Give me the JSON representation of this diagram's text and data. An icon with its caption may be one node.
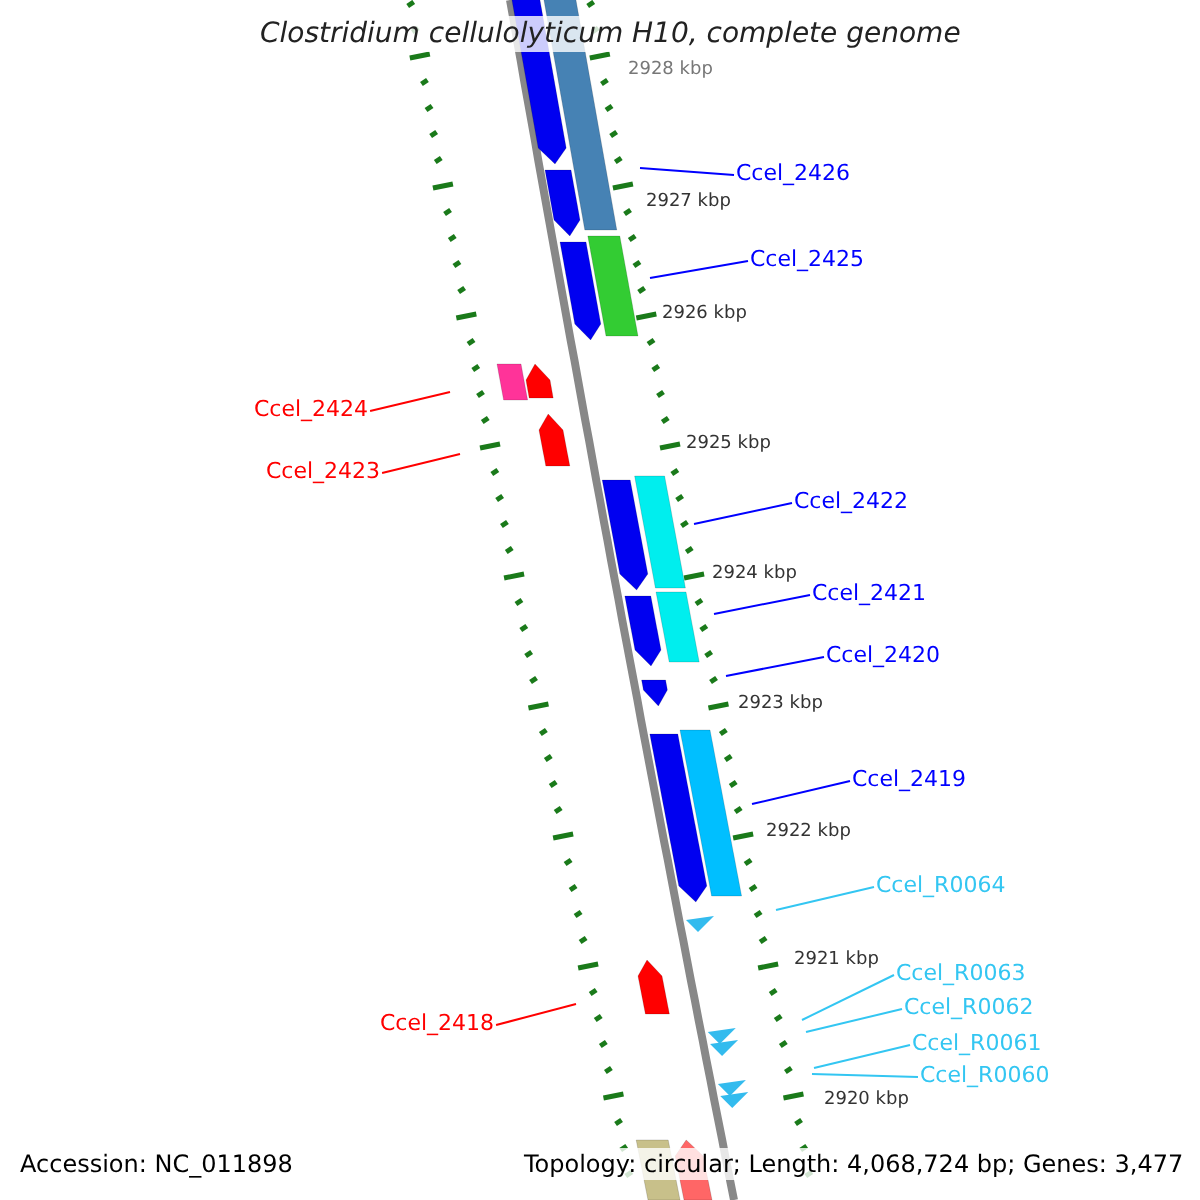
{
  "diagram": {
    "title": "Clostridium cellulolyticum H10, complete genome",
    "nodes": [
      {
        "text": [
          "Ccel_2426"
        ]
      },
      {
        "text": [
          "Ccel_2425"
        ]
      },
      {
        "text": [
          "Ccel_2424"
        ]
      },
      {
        "text": [
          "Ccel_2423"
        ]
      },
      {
        "text": [
          "Ccel_2422"
        ]
      },
      {
        "text": [
          "Ccel_2421"
        ]
      },
      {
        "text": [
          "Ccel_2420"
        ]
      },
      {
        "text": [
          "Ccel_2419"
        ]
      },
      {
        "text": [
          "Ccel_R0064"
        ]
      },
      {
        "text": [
          "Ccel_R0063"
        ]
      },
      {
        "text": [
          "Ccel_R0062"
        ]
      },
      {
        "text": [
          "Ccel_R0061"
        ]
      },
      {
        "text": [
          "Ccel_R0060"
        ]
      },
      {
        "text": [
          "Ccel_2418"
        ]
      }
    ],
    "edges": [
      {
        "from": 0,
        "to": null,
        "arrow": "none"
      },
      {
        "from": 1,
        "to": null,
        "arrow": "none"
      },
      {
        "from": 2,
        "to": null,
        "arrow": "none",
        "color": "#ff0000"
      },
      {
        "from": 3,
        "to": null,
        "arrow": "none",
        "color": "#ff0000"
      },
      {
        "from": 4,
        "to": null,
        "arrow": "none"
      },
      {
        "from": 5,
        "to": null,
        "arrow": "none"
      },
      {
        "from": 6,
        "to": null,
        "arrow": "none"
      },
      {
        "from": 7,
        "to": null,
        "arrow": "none"
      },
      {
        "from": 8,
        "to": null,
        "arrow": "none",
        "color": "#33c6f2"
      },
      {
        "from": 9,
        "to": null,
        "arrow": "none",
        "color": "#33c6f2"
      },
      {
        "from": 10,
        "to": null,
        "arrow": "none",
        "color": "#33c6f2"
      },
      {
        "from": 11,
        "to": null,
        "arrow": "none",
        "color": "#33c6f2"
      },
      {
        "from": 12,
        "to": null,
        "arrow": "none",
        "color": "#33c6f2"
      },
      {
        "from": 13,
        "to": null,
        "arrow": "none",
        "color": "#ff0000"
      }
    ],
    "labels": [
      "2928 kbp",
      "2927 kbp",
      "2926 kbp",
      "2925 kbp",
      "2924 kbp",
      "2923 kbp",
      "2922 kbp",
      "2921 kbp",
      "2920 kbp",
      "Accession: NC_011898",
      "Topology: circular; Length: 4,068,724 bp; Genes: 3,477"
    ]
  }
}
